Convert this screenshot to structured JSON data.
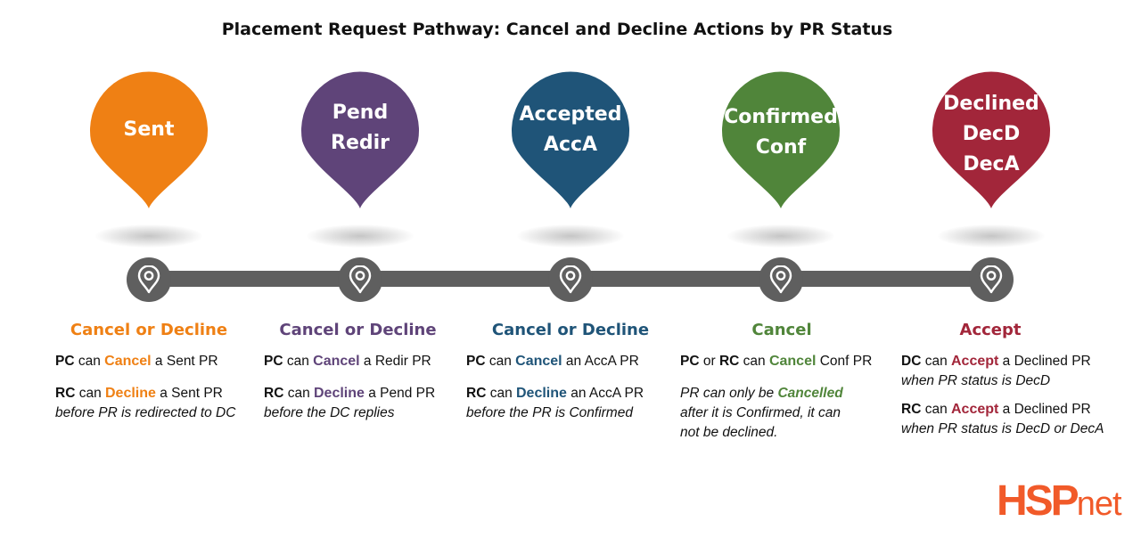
{
  "title": "Placement Request Pathway: Cancel and Decline Actions by PR Status",
  "colors": {
    "sent": "#ef8014",
    "redir": "#5f4479",
    "acca": "#1f5478",
    "conf": "#50853a",
    "declined": "#a2263a",
    "track": "#5f5f5f",
    "logo": "#f15a29"
  },
  "pins": [
    {
      "lines": [
        "Sent"
      ]
    },
    {
      "lines": [
        "Pend",
        "Redir"
      ]
    },
    {
      "lines": [
        "Accepted",
        "AccA"
      ]
    },
    {
      "lines": [
        "Confirmed",
        "Conf"
      ]
    },
    {
      "lines": [
        "Declined",
        "DecD",
        "DecA"
      ]
    }
  ],
  "node_icon": "map-pin-icon",
  "columns": [
    {
      "heading": "Cancel or Decline",
      "items": [
        {
          "actor": "PC",
          "mid": " can ",
          "verb": "Cancel",
          "rest": " a Sent PR"
        },
        {
          "actor": "RC",
          "mid": " can ",
          "verb": "Decline",
          "rest": " a Sent PR",
          "note": "before PR is redirected to DC"
        }
      ]
    },
    {
      "heading": "Cancel or Decline",
      "items": [
        {
          "actor": "PC",
          "mid": " can ",
          "verb": "Cancel",
          "rest": "  a Redir PR"
        },
        {
          "actor": "RC",
          "mid": " can ",
          "verb": "Decline",
          "rest": " a Pend PR",
          "note": "before the DC replies"
        }
      ]
    },
    {
      "heading": "Cancel or Decline",
      "items": [
        {
          "actor": "PC",
          "mid": " can ",
          "verb": "Cancel",
          "rest": " an AccA PR"
        },
        {
          "actor": "RC",
          "mid": " can ",
          "verb": "Decline",
          "rest": " an AccA PR",
          "note": "before the PR is Confirmed"
        }
      ]
    },
    {
      "heading": "Cancel",
      "item": {
        "actor1": "PC",
        "or": " or ",
        "actor2": "RC",
        "mid": " can ",
        "verb": "Cancel",
        "rest": "  Conf PR"
      },
      "note_pre": "PR can only be ",
      "note_verb": "Cancelled",
      "note_line2": "after it is Confirmed, it can",
      "note_line3": "not be declined."
    },
    {
      "heading": "Accept",
      "items": [
        {
          "actor": "DC",
          "mid": " can ",
          "verb": "Accept",
          "rest": " a Declined PR",
          "note": "when PR status is DecD"
        },
        {
          "actor": "RC",
          "mid": " can ",
          "verb": "Accept",
          "rest": " a Declined PR",
          "note": "when PR status is DecD or DecA"
        }
      ]
    }
  ],
  "logo": {
    "part1": "HSP",
    "part2": "net"
  }
}
